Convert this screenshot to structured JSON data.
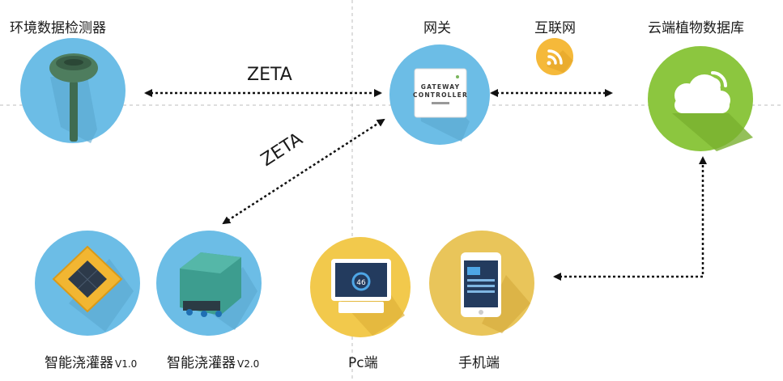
{
  "nodes": {
    "sensor": "环境数据检测器",
    "gateway": "网关",
    "internet": "互联网",
    "cloud": "云端植物数据库",
    "irrigator_v1": {
      "name": "智能浇灌器",
      "version": "V1.0"
    },
    "irrigator_v2": {
      "name": "智能浇灌器",
      "version": "V2.0"
    },
    "pc": "Pc端",
    "mobile": "手机端"
  },
  "links": {
    "sensor_gateway": "ZETA",
    "irrigator_gateway": "ZETA"
  },
  "gateway_device": {
    "line1": "GATEWAY",
    "line2": "CONTROLLER"
  },
  "screen_value": "46",
  "colors": {
    "blue_circle": "#6cbde6",
    "green_circle": "#8cc63f",
    "yellow_circle": "#f2c94c",
    "orange_circle": "#f5b93a",
    "gray_guide": "#bdbdbd"
  }
}
